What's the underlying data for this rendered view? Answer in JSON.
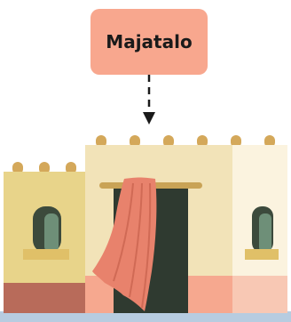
{
  "label": {
    "text": "Majatalo",
    "bg_color": "#F8A78E"
  },
  "arrow": {
    "style": "dashed",
    "direction": "down",
    "color": "#1a1a1a"
  },
  "colors": {
    "ground": "#B7CCE0",
    "left_wall": "#E8D48A",
    "left_base": "#B86B5A",
    "center_wall": "#F2E3B8",
    "center_base": "#F6A88F",
    "right_wall": "#FBF3DF",
    "right_base": "#F8C8B4",
    "crenellation": "#D4A85A",
    "window_frame": "#3C4A3C",
    "window_glass": "#6E8F78",
    "window_sill": "#E0C068",
    "door_dark": "#2F3A30",
    "curtain": "#E8826C",
    "curtain_shade": "#D06A55",
    "rod": "#C9A356"
  },
  "icons": {
    "building": "guesthouse-building-icon",
    "arrow": "dashed-arrow-down-icon"
  }
}
